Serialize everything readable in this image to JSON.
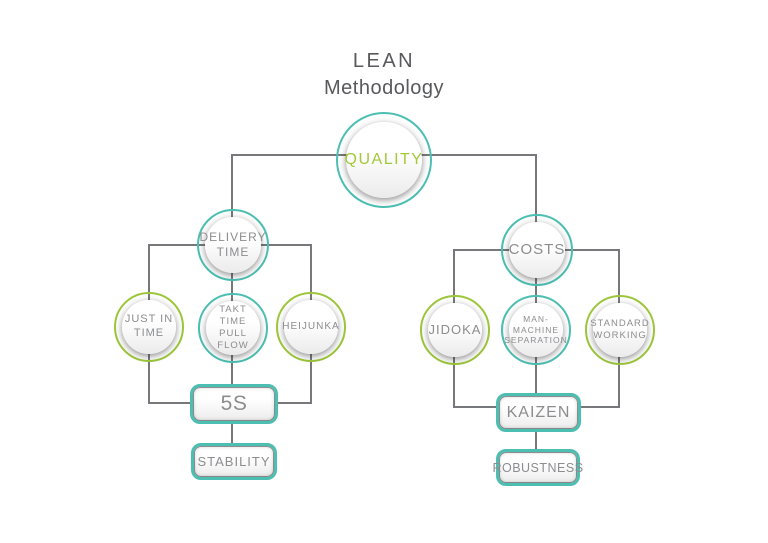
{
  "title": {
    "line1": "LEAN",
    "line2": "Methodology"
  },
  "colors": {
    "teal": "#4cbfb2",
    "green": "#9dc63b",
    "quality_green": "#a3c93a",
    "line_gray": "#77787b",
    "label_gray": "#8c8d8f",
    "title_gray": "#58595c"
  },
  "nodes": {
    "quality": {
      "lines": [
        "QUALITY"
      ],
      "ring": "teal"
    },
    "delivery_time": {
      "lines": [
        "DELIVERY",
        "TIME"
      ],
      "ring": "teal"
    },
    "costs": {
      "lines": [
        "COSTS"
      ],
      "ring": "teal"
    },
    "just_in_time": {
      "lines": [
        "JUST IN",
        "TIME"
      ],
      "ring": "green"
    },
    "takt_time_pull_flow": {
      "lines": [
        "TAKT TIME",
        "PULL FLOW"
      ],
      "ring": "teal"
    },
    "heijunka": {
      "lines": [
        "HEIJUNKA"
      ],
      "ring": "green"
    },
    "jidoka": {
      "lines": [
        "JIDOKA"
      ],
      "ring": "green"
    },
    "man_machine_separation": {
      "lines": [
        "MAN-",
        "MACHINE",
        "SEPARATION"
      ],
      "ring": "teal"
    },
    "standard_working": {
      "lines": [
        "STANDARD",
        "WORKING"
      ],
      "ring": "green"
    }
  },
  "boxes": {
    "five_s": {
      "label": "5S"
    },
    "stability": {
      "label": "STABILITY"
    },
    "kaizen": {
      "label": "KAIZEN"
    },
    "robustness": {
      "label": "ROBUSTNESS"
    }
  }
}
